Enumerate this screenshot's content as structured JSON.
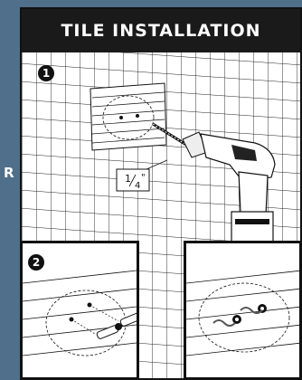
{
  "side_letter": "R",
  "title": "TILE INSTALLATION",
  "steps": {
    "step1": "1",
    "step2": "2"
  },
  "drill_bit_size": {
    "num": "1",
    "den": "4",
    "unit": "\""
  },
  "icons": {
    "drill": "power-drill-icon",
    "anchor": "wall-anchor-icon"
  }
}
